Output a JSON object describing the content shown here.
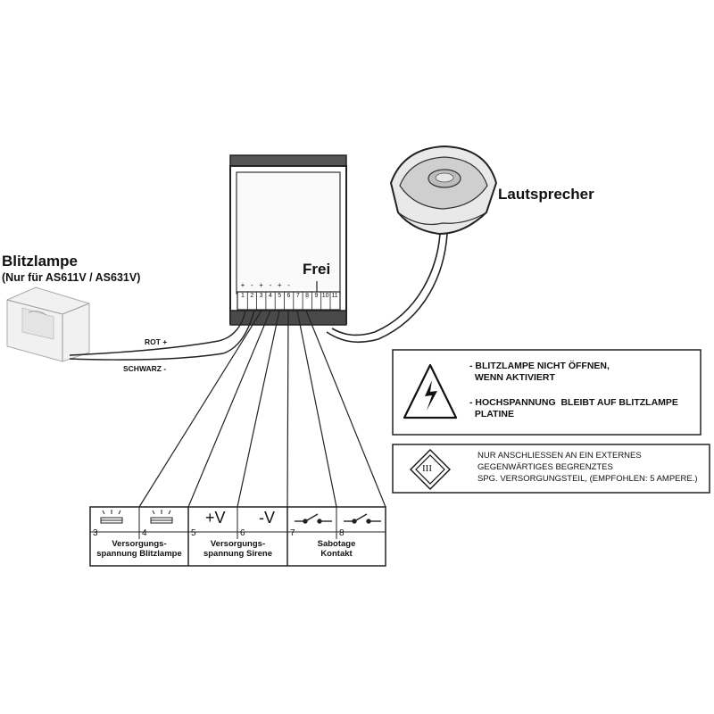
{
  "labels": {
    "blitzlampe_title": "Blitzlampe",
    "blitzlampe_sub": "(Nur für AS611V / AS631V)",
    "lautsprecher": "Lautsprecher",
    "frei": "Frei",
    "rot": "ROT +",
    "schwarz": "SCHWARZ -"
  },
  "terminals": {
    "numbers": [
      "1",
      "2",
      "3",
      "4",
      "5",
      "6",
      "7",
      "8",
      "9",
      "10",
      "11"
    ],
    "signs": [
      "+",
      "-",
      "+",
      "-",
      "+",
      "-"
    ]
  },
  "warning_box": {
    "line1": "- BLITZLAMPE NICHT ÖFFNEN,",
    "line2": "  WENN AKTIVIERT",
    "line3": "- HOCHSPANNUNG  BLEIBT AUF BLITZLAMPE",
    "line4": "  PLATINE"
  },
  "note_box": {
    "symbol": "III",
    "line1": "NUR ANSCHLIESSEN AN EIN EXTERNES",
    "line2": "GEGENWÄRTIGES BEGRENZTES",
    "line3": "SPG. VERSORGUNGSTEIL, (EMPFOHLEN: 5 AMPERE.)"
  },
  "table": {
    "cells": [
      {
        "num": "3",
        "symbol": "lamp-icon"
      },
      {
        "num": "4",
        "symbol": "lamp-icon"
      },
      {
        "num": "5",
        "symbol": "+V"
      },
      {
        "num": "6",
        "symbol": "-V"
      },
      {
        "num": "7",
        "symbol": "switch-icon"
      },
      {
        "num": "8",
        "symbol": "switch-icon"
      }
    ],
    "captions": {
      "flash_1": "Versorgungs-",
      "flash_2": "spannung Blitzlampe",
      "siren_1": "Versorgungs-",
      "siren_2": "spannung Sirene",
      "tamper_1": "Sabotage",
      "tamper_2": "Kontakt"
    }
  }
}
